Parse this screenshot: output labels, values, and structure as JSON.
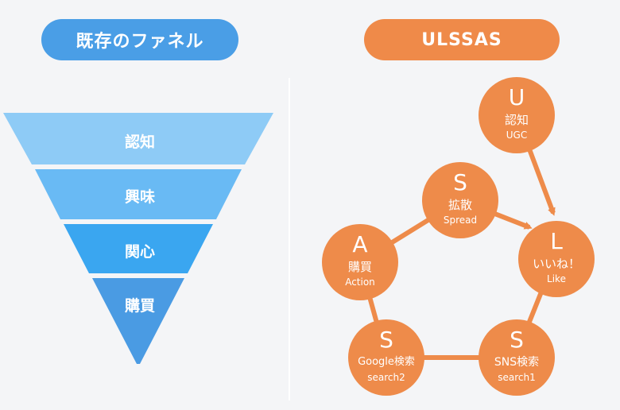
{
  "left_panel": {
    "title": "既存のファネル",
    "color": "#4a9ee6",
    "funnel": [
      {
        "label": "認知",
        "color": "#8ecbf6"
      },
      {
        "label": "興味",
        "color": "#69baf4"
      },
      {
        "label": "関心",
        "color": "#3aa6f0"
      },
      {
        "label": "購買",
        "color": "#4a9be3"
      }
    ]
  },
  "right_panel": {
    "title": "ULSSAS",
    "color": "#ef8a49",
    "nodes": [
      {
        "id": "u",
        "letter": "U",
        "jp": "認知",
        "en": "UGC"
      },
      {
        "id": "s1",
        "letter": "S",
        "jp": "拡散",
        "en": "Spread"
      },
      {
        "id": "l",
        "letter": "L",
        "jp": "いいね！",
        "en": "Like"
      },
      {
        "id": "a",
        "letter": "A",
        "jp": "購買",
        "en": "Action"
      },
      {
        "id": "s3",
        "letter": "S",
        "jp": "Google検索",
        "en": "search2"
      },
      {
        "id": "s2",
        "letter": "S",
        "jp": "SNS検索",
        "en": "search1"
      }
    ]
  }
}
